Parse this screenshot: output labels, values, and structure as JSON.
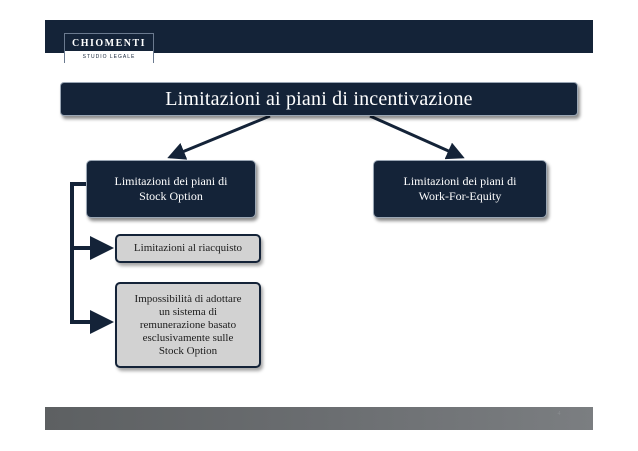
{
  "logo": {
    "name": "CHIOMENTI",
    "subtitle": "STUDIO LEGALE"
  },
  "title": "Limitazioni ai piani di incentivazione",
  "branches": [
    {
      "label": "Limitazioni dei piani di\nStock Option"
    },
    {
      "label": "Limitazioni dei piani di\nWork-For-Equity"
    }
  ],
  "sub_items": [
    {
      "label": "Limitazioni al riacquisto"
    },
    {
      "label": "Impossibilità di adottare\nun sistema di\nremunerazione basato\nesclusivamente sulle\nStock Option"
    }
  ],
  "footer": {
    "page_number": "4"
  },
  "colors": {
    "navy": "#142338",
    "light_box": "#d2d2d2",
    "footer_gray": "#6a6d70"
  }
}
